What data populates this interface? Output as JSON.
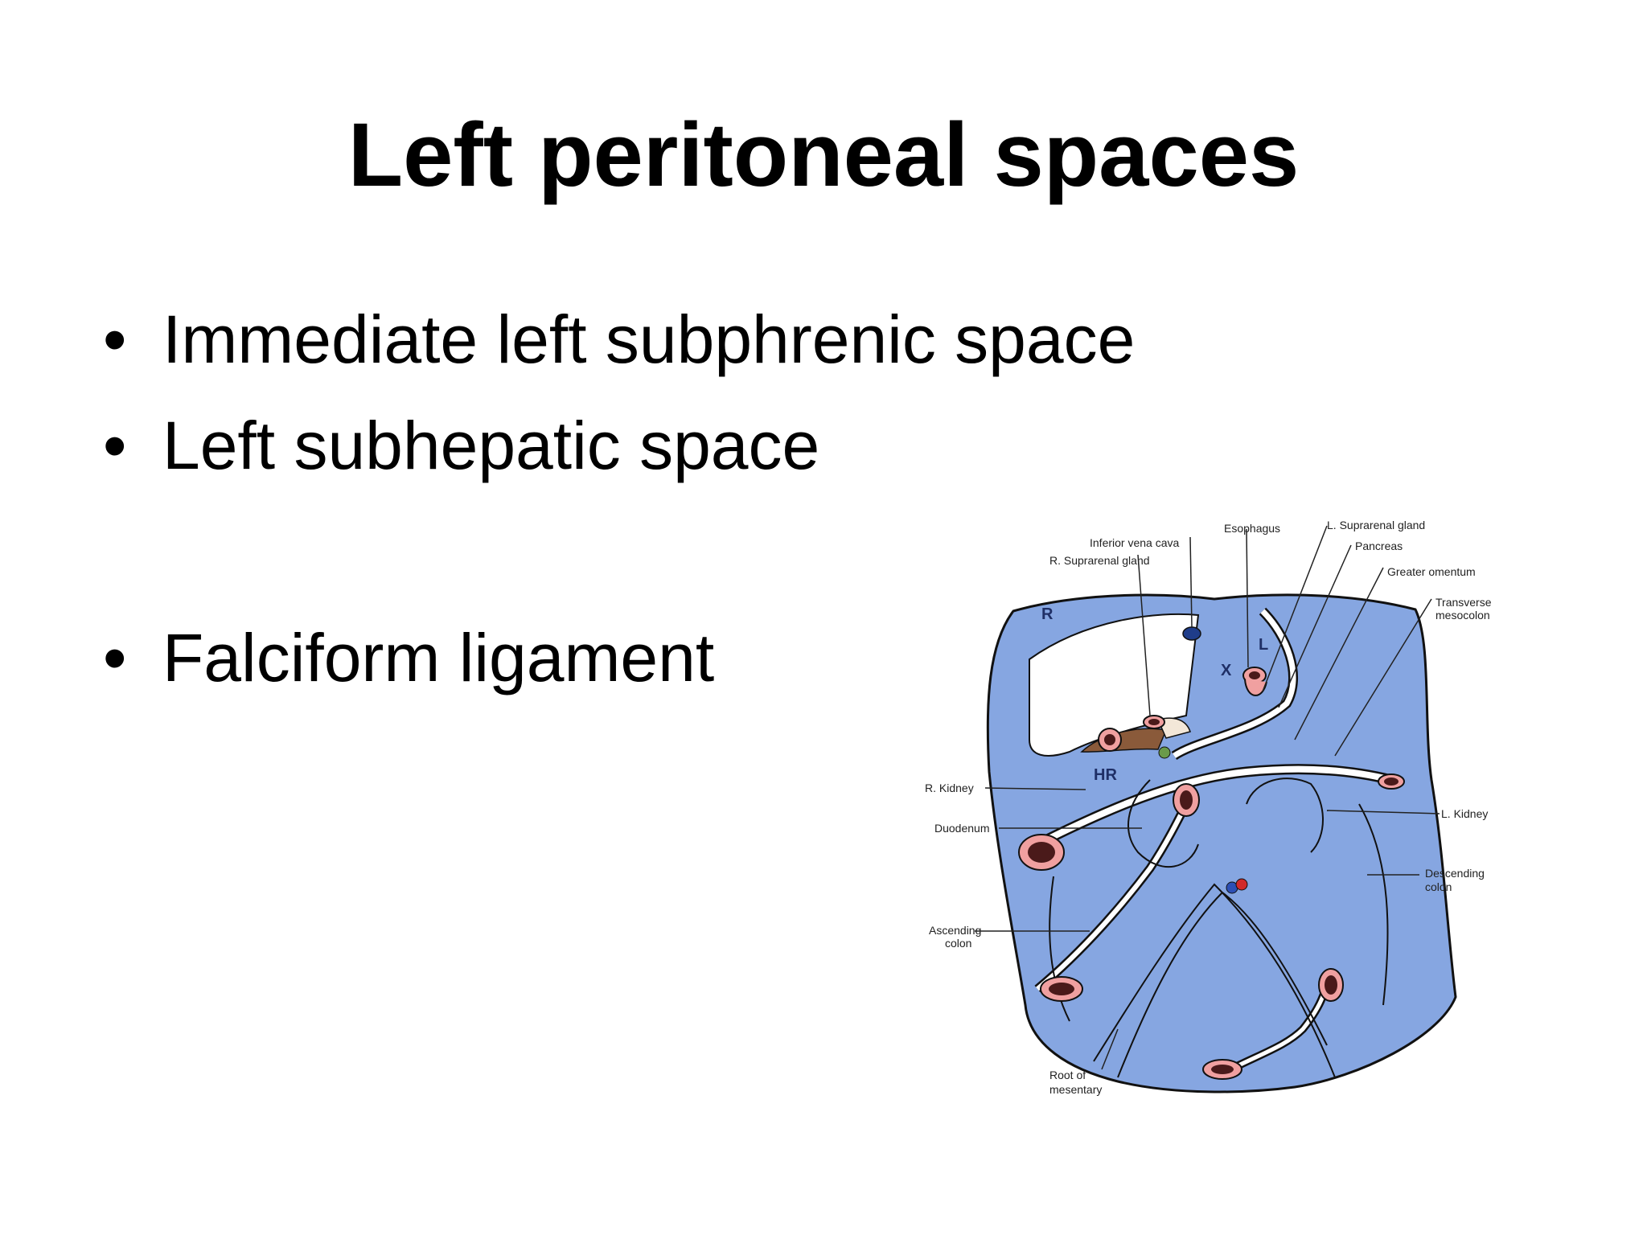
{
  "title": "Left peritoneal spaces",
  "bullets": [
    "Immediate left subphrenic space",
    "Left subhepatic space",
    "Falciform ligament"
  ],
  "figure": {
    "fill_color": "#86a6e1",
    "labels": {
      "inferior_vena_cava": "Inferior vena cava",
      "esophagus": "Esophagus",
      "l_suprarenal_gland": "L. Suprarenal gland",
      "r_suprarenal_gland": "R. Suprarenal gland",
      "pancreas": "Pancreas",
      "greater_omentum": "Greater omentum",
      "transverse_mesocolon_1": "Transverse",
      "transverse_mesocolon_2": "mesocolon",
      "r_kidney": "R. Kidney",
      "duodenum": "Duodenum",
      "l_kidney": "L. Kidney",
      "descending_colon_1": "Descending",
      "descending_colon_2": "colon",
      "ascending_colon_1": "Ascending",
      "ascending_colon_2": "colon",
      "root_mesentary_1": "Root of",
      "root_mesentary_2": "mesentary"
    },
    "region_letters": {
      "r": "R",
      "l": "L",
      "x": "X",
      "hr": "HR"
    }
  }
}
